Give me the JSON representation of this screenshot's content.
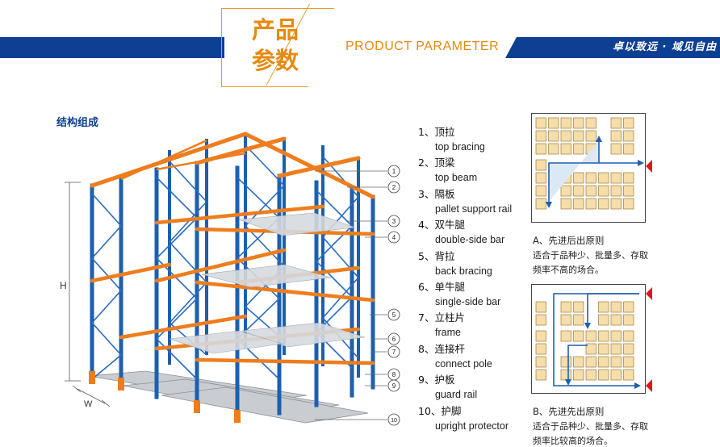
{
  "header": {
    "title_line1": "产品",
    "title_line2": "参数",
    "english_title": "PRODUCT PARAMETER",
    "slogan": "卓以致远 · 域见自由"
  },
  "section": {
    "title": "结构组成"
  },
  "dimensions": {
    "height_label": "H",
    "width_label": "W"
  },
  "parts": [
    {
      "num": "1",
      "zh": "1、顶拉",
      "en": "top bracing"
    },
    {
      "num": "2",
      "zh": "2、顶梁",
      "en": "top beam"
    },
    {
      "num": "3",
      "zh": "3、隔板",
      "en": "pallet support rail"
    },
    {
      "num": "4",
      "zh": "4、双牛腿",
      "en": "double-side bar"
    },
    {
      "num": "5",
      "zh": "5、背拉",
      "en": "back bracing"
    },
    {
      "num": "6",
      "zh": "6、单牛腿",
      "en": "single-side bar"
    },
    {
      "num": "7",
      "zh": "7、立柱片",
      "en": "frame"
    },
    {
      "num": "8",
      "zh": "8、连接杆",
      "en": "connect pole"
    },
    {
      "num": "9",
      "zh": "9、护板",
      "en": "guard rail"
    },
    {
      "num": "10",
      "zh": "10、护脚",
      "en": "upright protector"
    }
  ],
  "principles": [
    {
      "title": "A、先进后出原则",
      "line1": "适合于品种少、批量多、存取",
      "line2": "频率不高的场合。"
    },
    {
      "title": "B、先进先出原则",
      "line1": "适合于品种少、批量多、存取",
      "line2": "频率比较高的场合。"
    }
  ],
  "colors": {
    "brand_blue": "#0d3f92",
    "accent_orange": "#e68a10",
    "rack_blue": "#1d5fae",
    "rack_orange": "#ee7d1e",
    "arrow_red": "#e0161d"
  }
}
